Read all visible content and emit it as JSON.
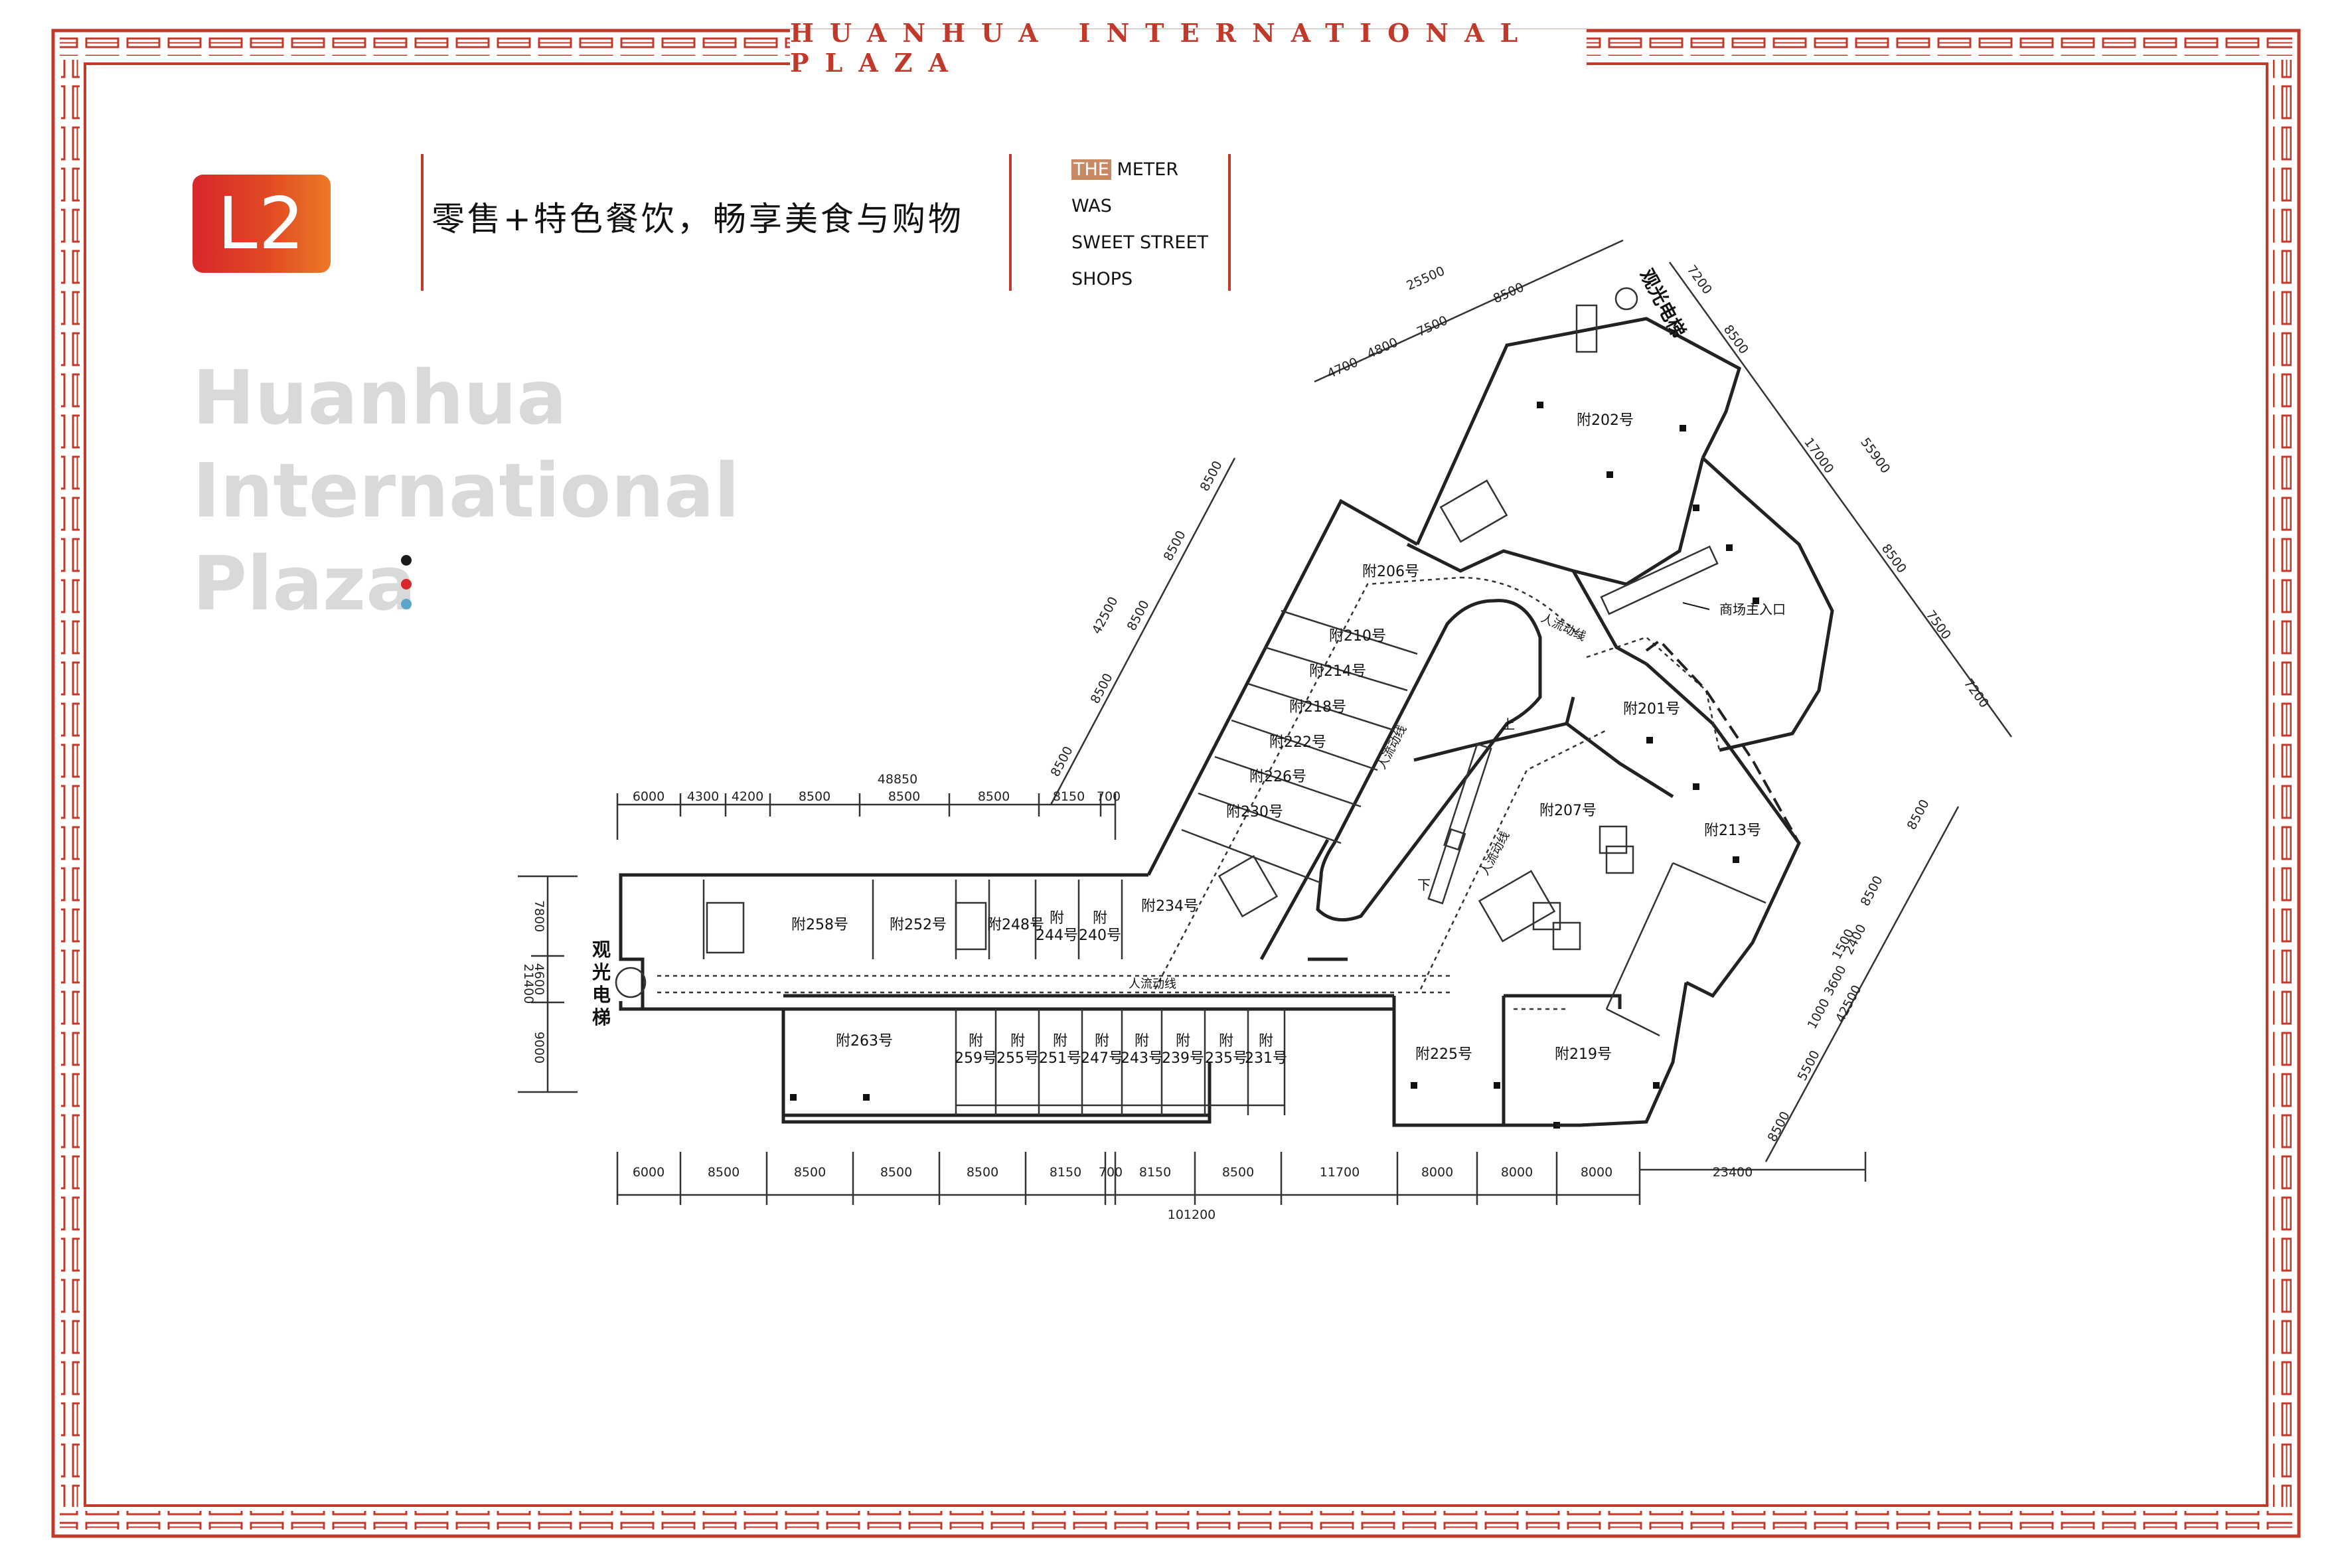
{
  "banner": {
    "title": "HUANHUA INTERNATIONAL PLAZA"
  },
  "level_badge": "L2",
  "slogan": "零售+特色餐饮，畅享美食与购物",
  "tagline": {
    "highlight": "THE",
    "line1_rest": " METER",
    "line2": "WAS",
    "line3": "SWEET STREET",
    "line4": "SHOPS"
  },
  "brand": {
    "line1": "Huanhua",
    "line2": "International",
    "line3": "Plaza"
  },
  "colors": {
    "frame": "#c0392b",
    "wall": "#222222",
    "dot1": "#1a1a1a",
    "dot2": "#d9262b",
    "dot3": "#5aa6c8"
  },
  "dimensions": {
    "top_total": "48850",
    "top": [
      "6000",
      "4300",
      "4200",
      "8500",
      "8500",
      "8500",
      "8150",
      "700"
    ],
    "bottom_total": "101200",
    "bottom": [
      "6000",
      "8500",
      "8500",
      "8500",
      "8500",
      "8150",
      "700",
      "8150",
      "8500",
      "11700",
      "8000",
      "8000",
      "8000"
    ],
    "bottom_extra": "23400",
    "left_total": "21400",
    "left": [
      "7800",
      "4600",
      "9000"
    ],
    "diag_left_total": "42500",
    "diag_left": [
      "8500",
      "8500",
      "8500",
      "8500",
      "8500"
    ],
    "top_right_total": "25500",
    "top_right": [
      "4700",
      "4800",
      "7500",
      "8500"
    ],
    "right_total": "55900",
    "right": [
      "7200",
      "8500",
      "17000",
      "8500",
      "7500",
      "7200"
    ],
    "lower_right_total": "42500",
    "lower_right": [
      "8500",
      "8500",
      "1500",
      "2400",
      "3600",
      "1000",
      "5500",
      "8500"
    ]
  },
  "units": {
    "u202": "附202号",
    "u206": "附206号",
    "u210": "附210号",
    "u214": "附214号",
    "u218": "附218号",
    "u222": "附222号",
    "u226": "附226号",
    "u230": "附230号",
    "u234": "附234号",
    "u201": "附201号",
    "u207": "附207号",
    "u213": "附213号",
    "u225": "附225号",
    "u219": "附219号",
    "u258": "附258号",
    "u252": "附252号",
    "u248": "附248号",
    "u263": "附263号",
    "fu": "附",
    "u244": "244号",
    "u240": "240号",
    "u259": "259号",
    "u255": "255号",
    "u251": "251号",
    "u247": "247号",
    "u243": "243号",
    "u239": "239号",
    "u235": "235号",
    "u231": "231号"
  },
  "labels": {
    "elevator_left": "观光电梯",
    "elevator_top": "观光电梯",
    "mall_entrance": "商场主入口",
    "flow_line": "人流动线",
    "up": "上",
    "down": "下"
  }
}
